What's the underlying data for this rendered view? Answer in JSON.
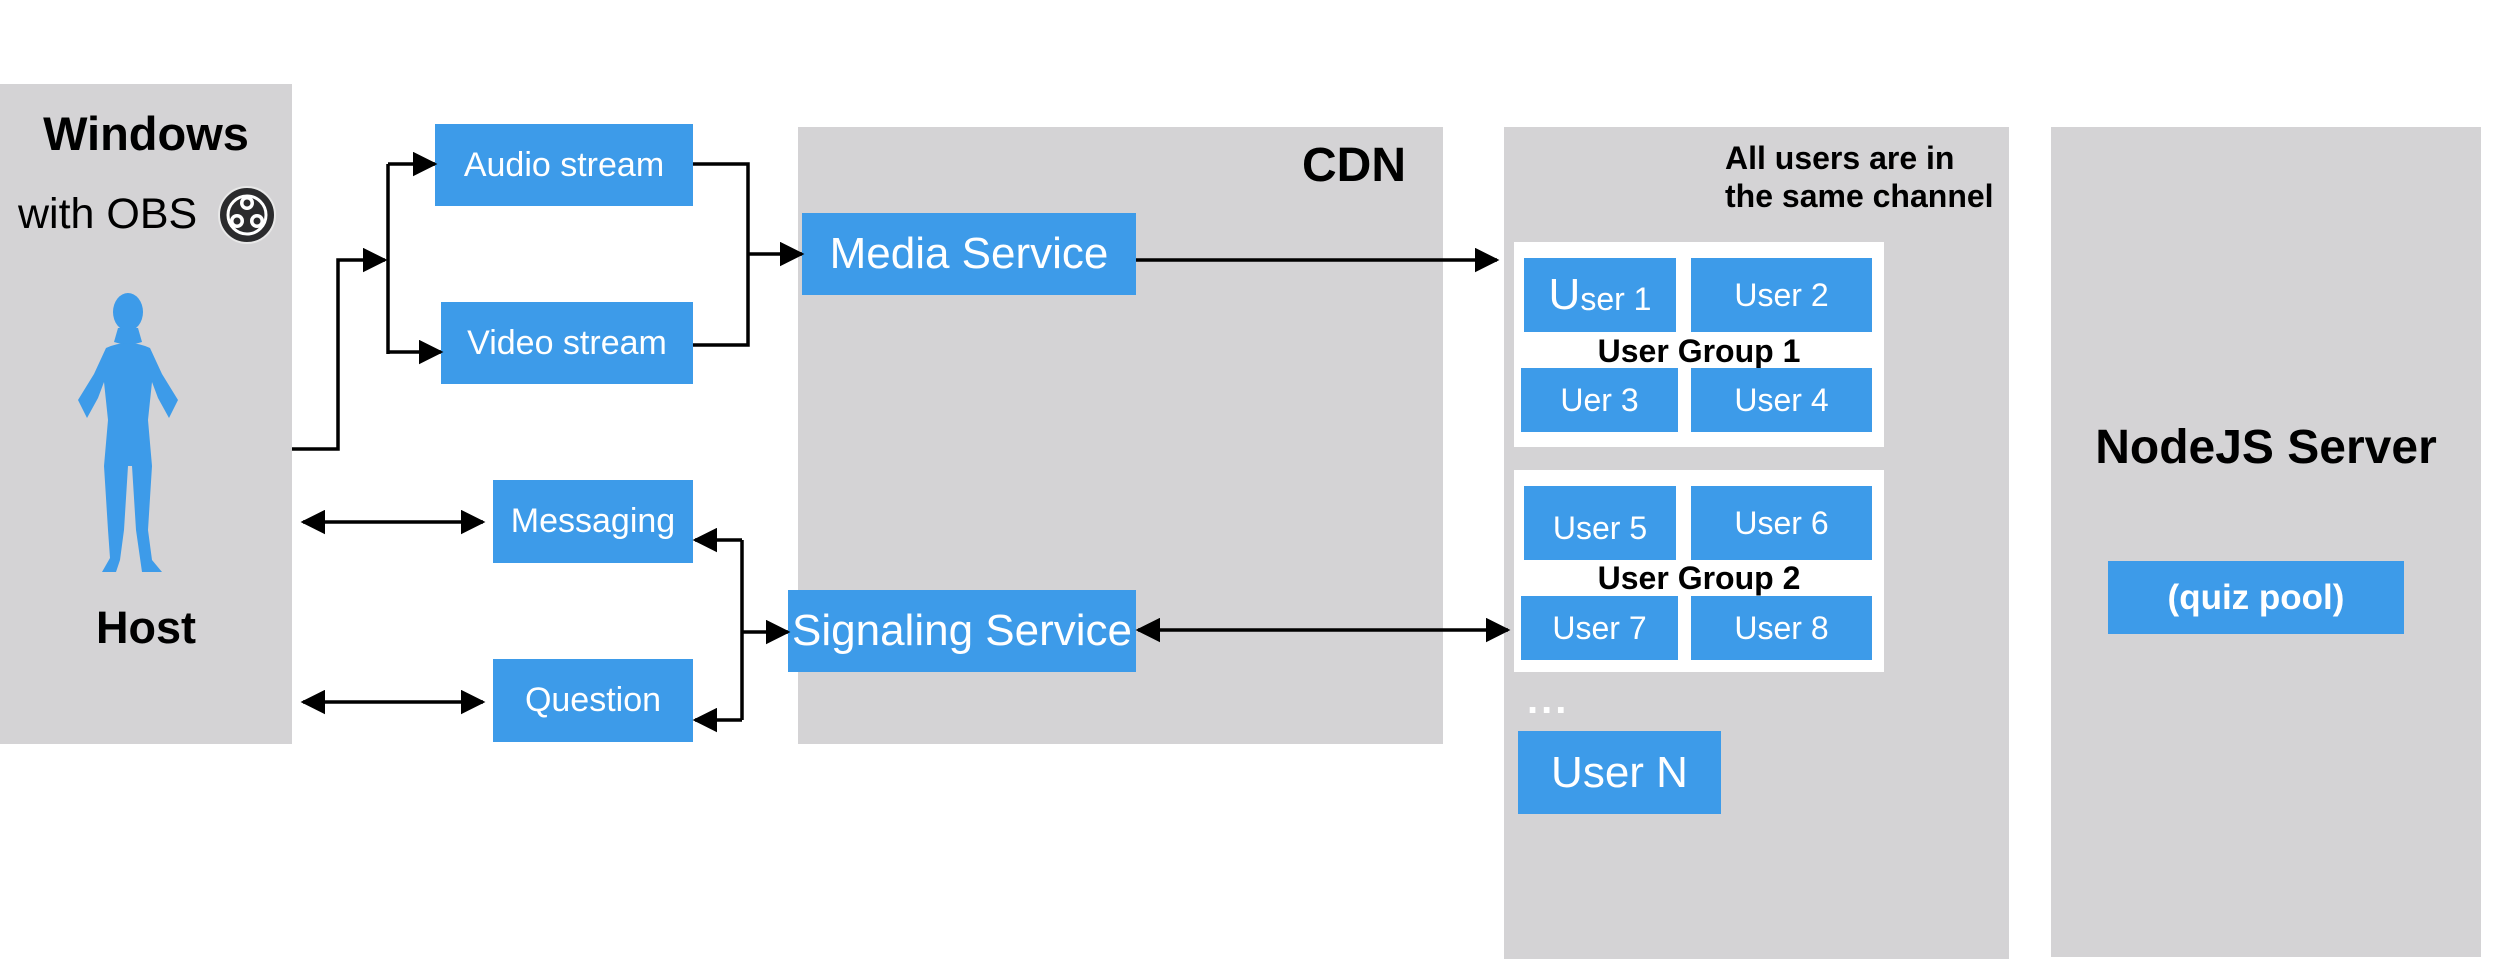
{
  "colors": {
    "panel": "#d4d3d5",
    "box": "#3d9be9",
    "box_text": "#ffffff",
    "label": "#000000",
    "line": "#000000"
  },
  "host": {
    "os_line1": "Windows",
    "os_line2": "with OBS",
    "obs_icon": "obs-logo-icon",
    "figure_icon": "person-silhouette-icon",
    "label": "Host"
  },
  "streams": {
    "audio": "Audio stream",
    "video": "Video stream"
  },
  "channels": {
    "messaging": "Messaging",
    "question": "Question"
  },
  "cdn": {
    "title": "CDN",
    "media": "Media Service",
    "signaling": "Signaling Service"
  },
  "users": {
    "note_line1": "All users are in",
    "note_line2": "the same channel",
    "group1": {
      "label": "User Group 1",
      "u1_first": "U",
      "u1_rest": "ser 1",
      "u2": "User 2",
      "u3": "Uer 3",
      "u4": "User 4"
    },
    "group2": {
      "label": "User Group 2",
      "u5": "User 5",
      "u6": "User 6",
      "u7": "User 7",
      "u8": "User 8"
    },
    "ellipsis": "...",
    "last": "User N"
  },
  "server": {
    "title": "NodeJS Server",
    "pool": "(quiz pool)"
  }
}
